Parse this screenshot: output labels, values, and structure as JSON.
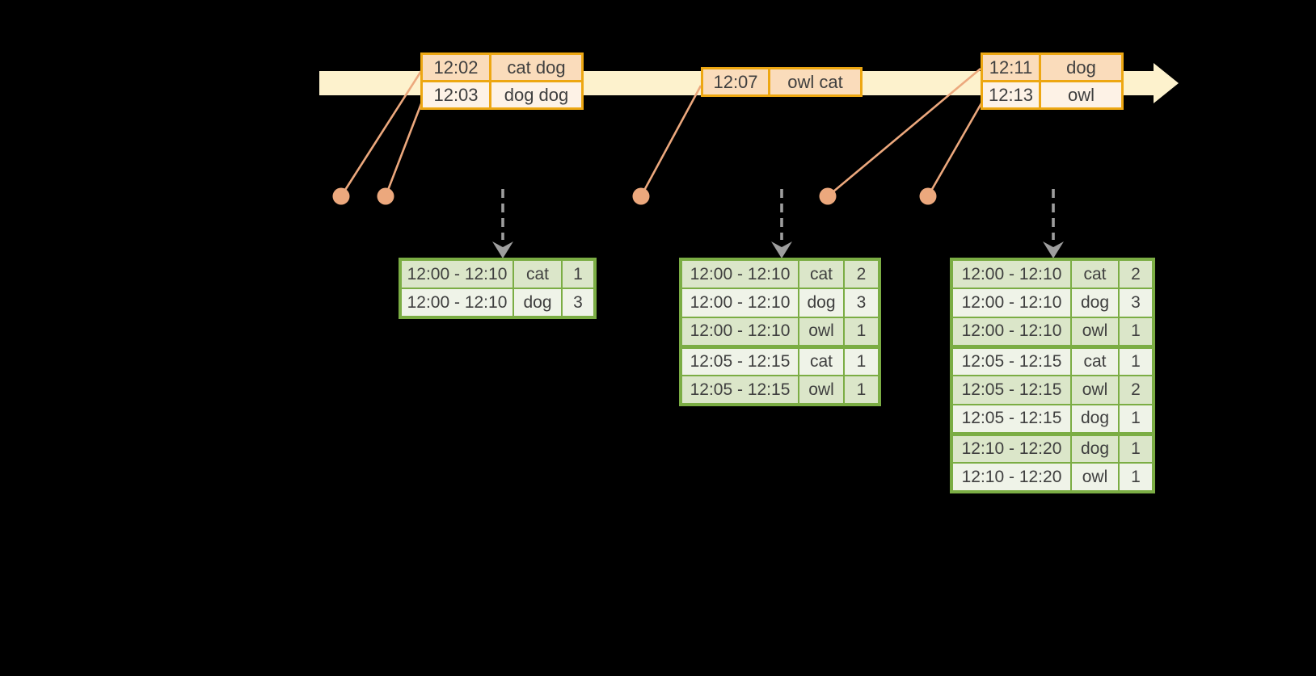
{
  "colors": {
    "background": "#000000",
    "timeline_fill": "#fdf2cd",
    "event_table_border": "#eda712",
    "event_row_dark": "#fadcbb",
    "event_row_light": "#fdf2e6",
    "event_marker": "#eca87d",
    "trigger_arrow": "#9e9e9e",
    "result_table_border": "#7bad44",
    "result_row_dark": "#dbe6c9",
    "result_row_light": "#eff3e8",
    "text": "#3f3f3f"
  },
  "icons": {
    "timeline_arrow": "right-pointing-cream-arrowhead",
    "event_marker": "salmon-dot",
    "connector": "salmon-line",
    "trigger_arrow": "gray-dashed-down-arrow"
  },
  "event_tables": [
    {
      "rows": [
        {
          "time": "12:02",
          "words": "cat dog"
        },
        {
          "time": "12:03",
          "words": "dog dog"
        }
      ]
    },
    {
      "rows": [
        {
          "time": "12:07",
          "words": "owl cat"
        }
      ]
    },
    {
      "rows": [
        {
          "time": "12:11",
          "words": "dog"
        },
        {
          "time": "12:13",
          "words": "owl"
        }
      ]
    }
  ],
  "result_tables": [
    {
      "rows": [
        {
          "window": "12:00 - 12:10",
          "word": "cat",
          "count": "1"
        },
        {
          "window": "12:00 - 12:10",
          "word": "dog",
          "count": "3"
        }
      ]
    },
    {
      "rows": [
        {
          "window": "12:00 - 12:10",
          "word": "cat",
          "count": "2"
        },
        {
          "window": "12:00 - 12:10",
          "word": "dog",
          "count": "3"
        },
        {
          "window": "12:00 - 12:10",
          "word": "owl",
          "count": "1"
        },
        {
          "window": "12:05 - 12:15",
          "word": "cat",
          "count": "1"
        },
        {
          "window": "12:05 - 12:15",
          "word": "owl",
          "count": "1"
        }
      ]
    },
    {
      "rows": [
        {
          "window": "12:00 - 12:10",
          "word": "cat",
          "count": "2"
        },
        {
          "window": "12:00 - 12:10",
          "word": "dog",
          "count": "3"
        },
        {
          "window": "12:00 - 12:10",
          "word": "owl",
          "count": "1"
        },
        {
          "window": "12:05 - 12:15",
          "word": "cat",
          "count": "1"
        },
        {
          "window": "12:05 - 12:15",
          "word": "owl",
          "count": "2"
        },
        {
          "window": "12:05 - 12:15",
          "word": "dog",
          "count": "1"
        },
        {
          "window": "12:10 - 12:20",
          "word": "dog",
          "count": "1"
        },
        {
          "window": "12:10 - 12:20",
          "word": "owl",
          "count": "1"
        }
      ]
    }
  ]
}
